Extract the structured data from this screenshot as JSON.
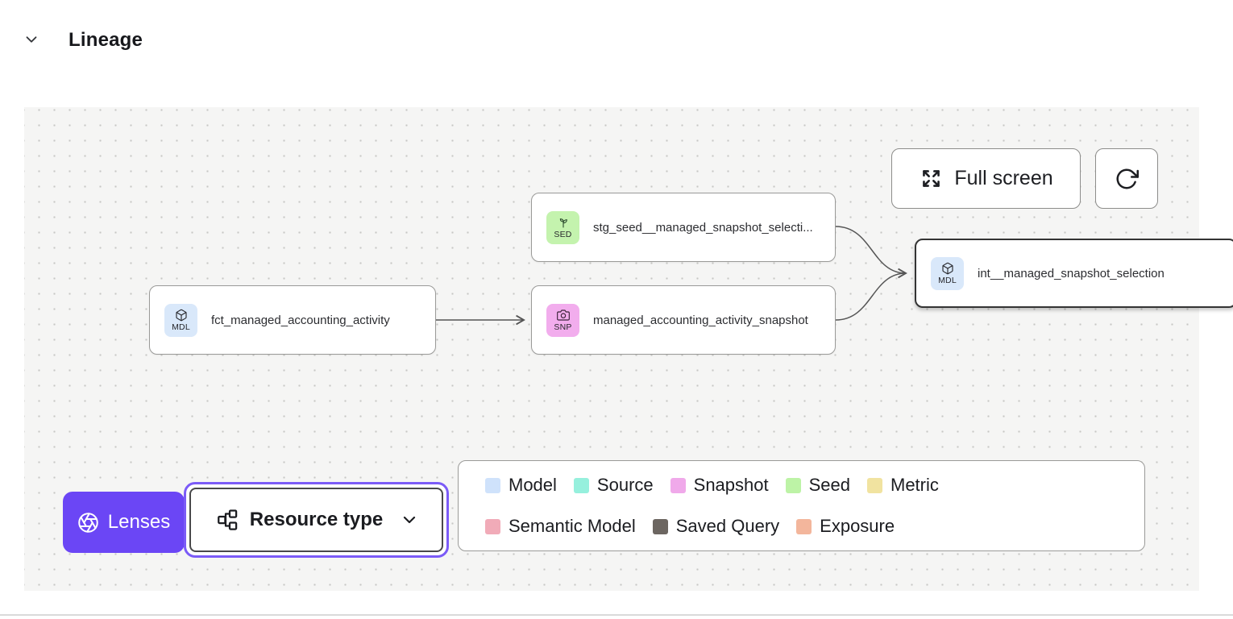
{
  "header": {
    "title": "Lineage"
  },
  "toolbar": {
    "fullscreen_label": "Full screen"
  },
  "canvas": {
    "nodes": [
      {
        "label": "fct_managed_accounting_activity",
        "badge": "MDL",
        "type": "Model"
      },
      {
        "label": "stg_seed__managed_snapshot_selecti...",
        "badge": "SED",
        "type": "Seed"
      },
      {
        "label": "managed_accounting_activity_snapshot",
        "badge": "SNP",
        "type": "Snapshot"
      },
      {
        "label": "int__managed_snapshot_selection",
        "badge": "MDL",
        "type": "Model",
        "selected": true
      }
    ],
    "lenses": {
      "label": "Lenses"
    },
    "resource_type_dropdown": {
      "label": "Resource type"
    },
    "legend": {
      "items": [
        {
          "label": "Model",
          "color": "#cfe2fb"
        },
        {
          "label": "Source",
          "color": "#96f0dd"
        },
        {
          "label": "Snapshot",
          "color": "#f0a9ea"
        },
        {
          "label": "Seed",
          "color": "#bdf3a6"
        },
        {
          "label": "Metric",
          "color": "#f1e3a0"
        },
        {
          "label": "Semantic Model",
          "color": "#f1abb8"
        },
        {
          "label": "Saved Query",
          "color": "#6c6661"
        },
        {
          "label": "Exposure",
          "color": "#f3b69c"
        }
      ]
    }
  },
  "colors": {
    "badge_model": "#d9e8fa",
    "badge_seed": "#c4f3ae",
    "badge_snapshot": "#f2aded",
    "accent_purple": "#6b46f5",
    "edge": "#555555"
  }
}
